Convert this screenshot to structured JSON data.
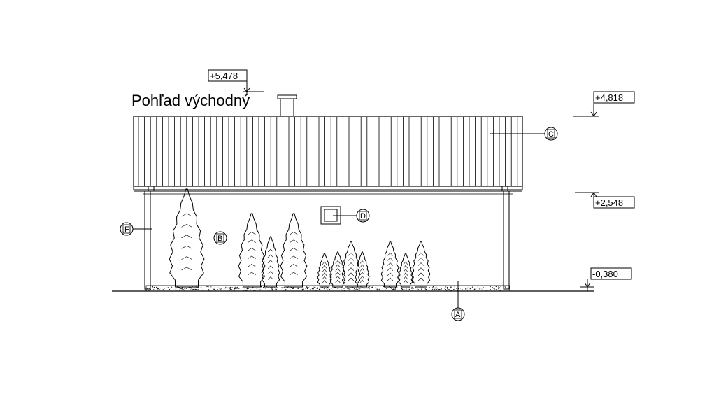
{
  "title": "Pohľad východný",
  "elevations": {
    "ridge": "+5,478",
    "roof_top": "+4,818",
    "eave": "+2,548",
    "ground": "-0,380"
  },
  "tags": {
    "A": "A",
    "B": "B",
    "C": "C",
    "D": "D",
    "F": "F"
  },
  "colors": {
    "line": "#000000",
    "background": "#ffffff"
  }
}
